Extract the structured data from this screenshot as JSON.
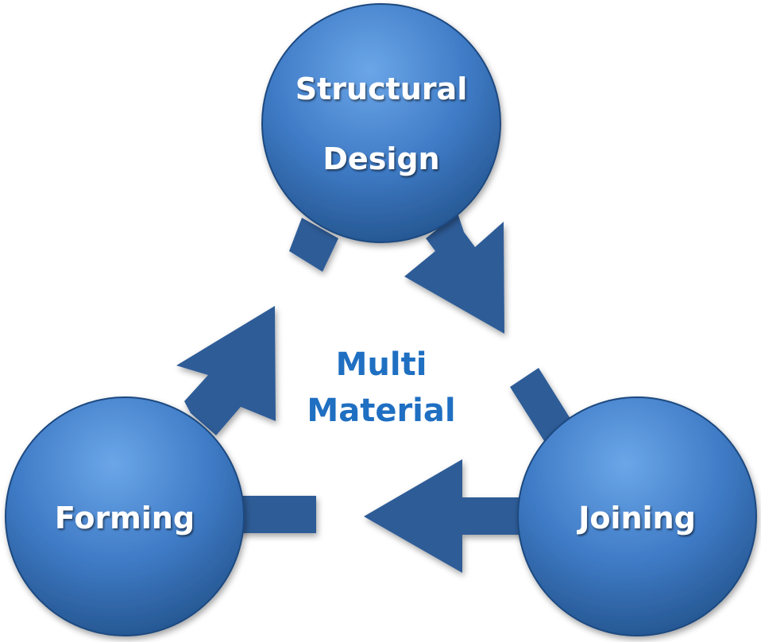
{
  "diagram": {
    "center": {
      "line1": "Multi",
      "line2": "Material"
    },
    "nodes": {
      "structural_design": {
        "line1": "Structural",
        "line2": "Design"
      },
      "joining": {
        "label": "Joining"
      },
      "forming": {
        "label": "Forming"
      }
    }
  },
  "colors": {
    "arrow": "#2F5C97",
    "circle_light": "#5A96DC",
    "circle_dark": "#2A5C9C",
    "circle_stroke": "#1F4A80",
    "center_text": "#1F6FC2",
    "node_text": "#ffffff"
  }
}
